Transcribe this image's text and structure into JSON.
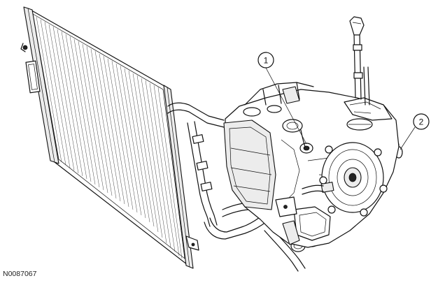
{
  "figure": {
    "id": "N0087067"
  },
  "callouts": [
    {
      "label": "1"
    },
    {
      "label": "2"
    }
  ]
}
